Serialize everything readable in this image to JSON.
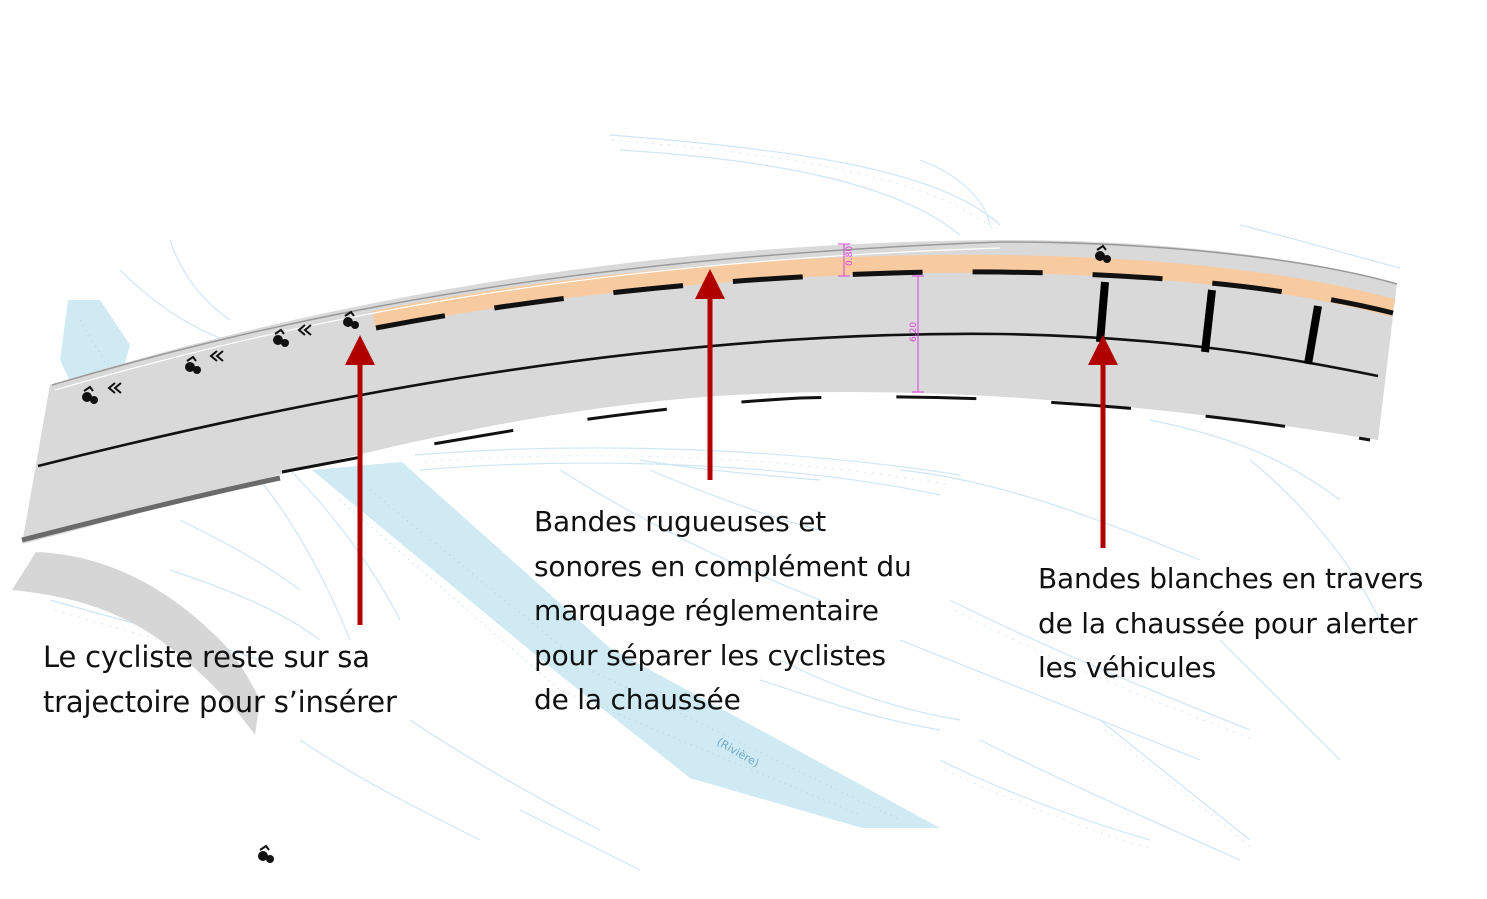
{
  "annotations": {
    "left": {
      "lines": [
        "Le cycliste reste sur sa",
        "trajectoire pour s’insérer"
      ]
    },
    "middle": {
      "lines": [
        "Bandes rugueuses et",
        "sonores en complément du",
        "marquage réglementaire",
        "pour séparer les cyclistes",
        "de la chaussée"
      ]
    },
    "right": {
      "lines": [
        "Bandes blanches en travers",
        "de la chaussée pour alerter",
        "les véhicules"
      ]
    }
  },
  "plan": {
    "dimension_labels": [
      "0.80",
      "6.20"
    ],
    "river_label": "(Rivière)"
  },
  "colors": {
    "road": "#d9d9d9",
    "rumble_strip": "#f8caa0",
    "arrow": "#b00000",
    "water": "#cfeaf3",
    "background_lines": "#cfe6f3",
    "dimension": "#e040e0",
    "marking": "#000000"
  },
  "icons": [
    "cyclist-symbol",
    "chevron-symbol"
  ]
}
